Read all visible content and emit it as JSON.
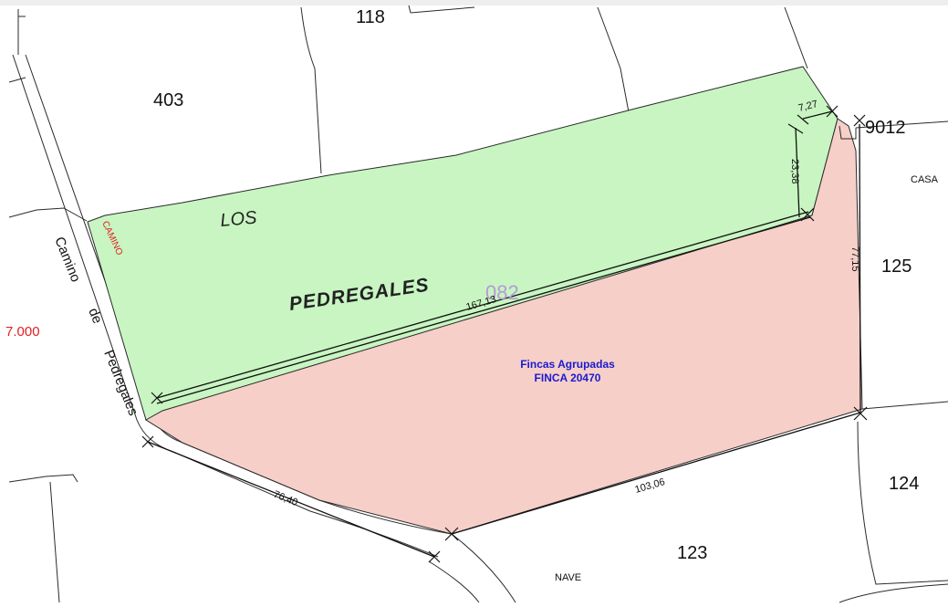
{
  "colors": {
    "green_parcel": "#c8f5c2",
    "pink_parcel": "#f6cfc8",
    "lines": "#2a2a2a",
    "red_label": "#e02020",
    "purple_label": "#b69ad8",
    "blue_label": "#1a1ad0"
  },
  "parcels": {
    "p118": "118",
    "p403": "403",
    "p9012": "9012",
    "p125": "125",
    "p124": "124",
    "p123": "123",
    "p082": "082"
  },
  "labels": {
    "casa": "CASA",
    "nave": "NAVE",
    "los": "LOS",
    "pedregales": "PEDREGALES",
    "camino_small": "CAMINO",
    "camino_word1": "Camino",
    "camino_word2": "de",
    "camino_word3": "Pedregales",
    "coord": "7.000",
    "fincas_line1": "Fincas Agrupadas",
    "fincas_line2": "FINCA 20470"
  },
  "measurements": {
    "m167": "167,13",
    "m7": "7,27",
    "m23": "23,38",
    "m77": "77,15",
    "m103": "103,06",
    "m76": "76,40"
  }
}
